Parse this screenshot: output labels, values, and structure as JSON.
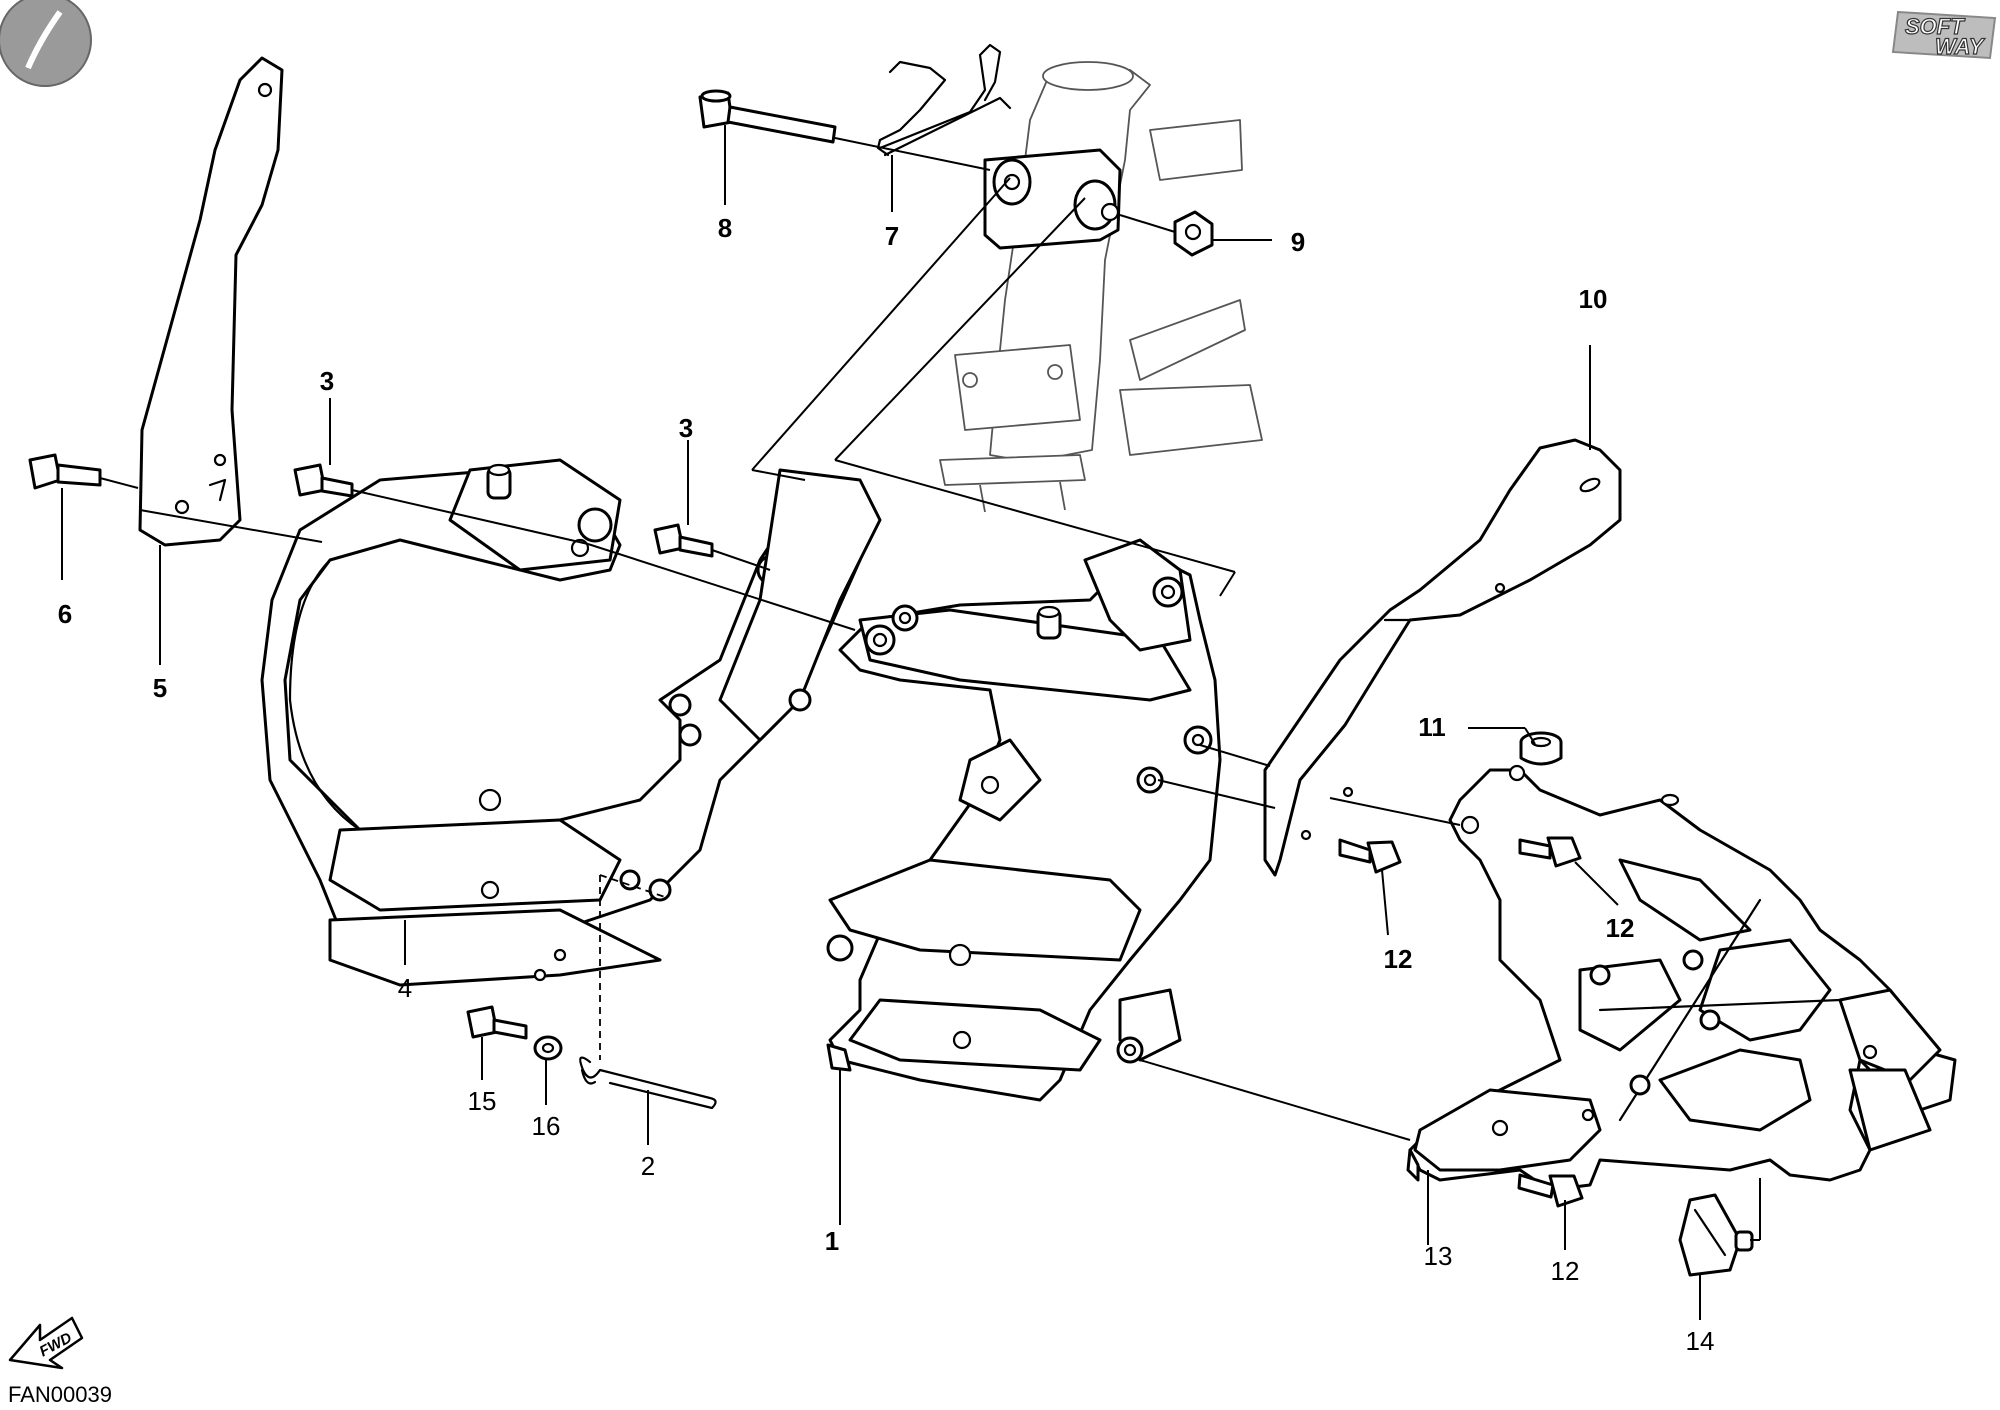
{
  "diagram": {
    "drawing_code": "FAN00039",
    "brand_logo": {
      "line1": "SOFT",
      "line2": "WAY"
    },
    "direction_badge": "FWD",
    "corner_logo_icon": "round-logo-icon",
    "callouts": {
      "c1": "1",
      "c2": "2",
      "c3a": "3",
      "c3b": "3",
      "c4": "4",
      "c5": "5",
      "c6": "6",
      "c7": "7",
      "c8": "8",
      "c9": "9",
      "c10": "10",
      "c11": "11",
      "c12a": "12",
      "c12b": "12",
      "c12c": "12",
      "c13": "13",
      "c14": "14",
      "c15": "15",
      "c16": "16"
    }
  }
}
